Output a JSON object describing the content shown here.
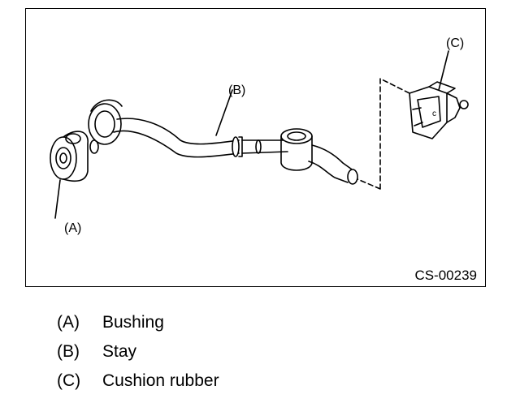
{
  "figure": {
    "callouts": {
      "a": "(A)",
      "b": "(B)",
      "c": "(C)"
    },
    "code": "CS-00239"
  },
  "legend": [
    {
      "key": "(A)",
      "label": "Bushing"
    },
    {
      "key": "(B)",
      "label": "Stay"
    },
    {
      "key": "(C)",
      "label": "Cushion rubber"
    }
  ]
}
